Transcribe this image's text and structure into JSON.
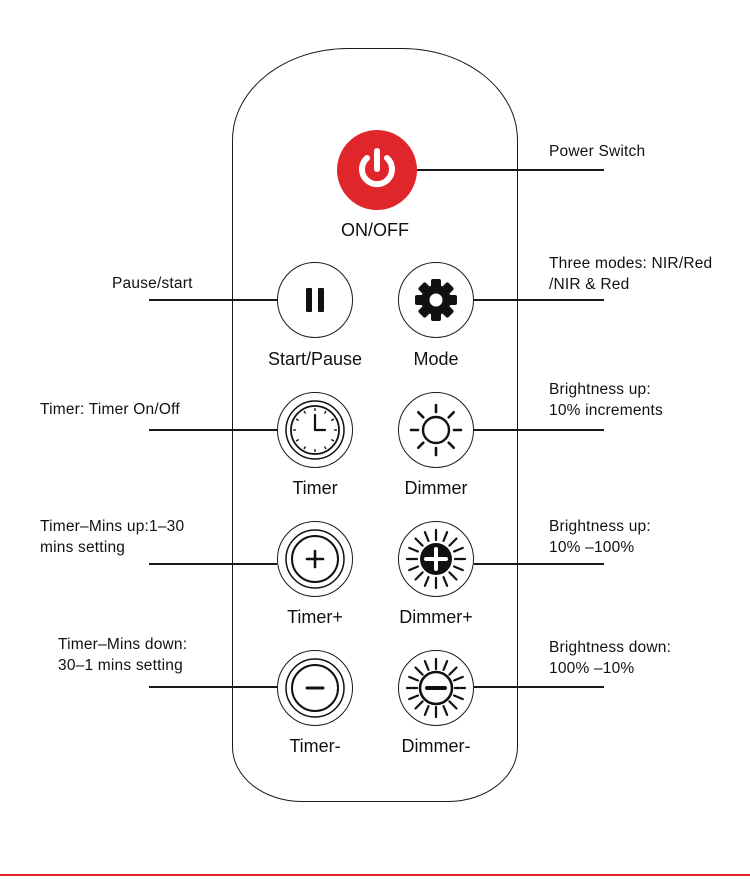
{
  "buttons": {
    "power": "ON/OFF",
    "start_pause": "Start/Pause",
    "mode": "Mode",
    "timer": "Timer",
    "dimmer": "Dimmer",
    "timer_plus": "Timer+",
    "dimmer_plus": "Dimmer+",
    "timer_minus": "Timer-",
    "dimmer_minus": "Dimmer-"
  },
  "callouts": {
    "power": [
      "Power Switch"
    ],
    "pause": [
      "Pause/start"
    ],
    "mode": [
      "Three modes: NIR/Red",
      "/NIR & Red"
    ],
    "timer": [
      "Timer: Timer On/Off"
    ],
    "dimmer": [
      "Brightness up:",
      "10% increments"
    ],
    "timer_plus": [
      "Timer–Mins up:1–30",
      "mins setting"
    ],
    "dimmer_plus": [
      "Brightness up:",
      "10% –100%"
    ],
    "timer_minus": [
      "Timer–Mins down:",
      "30–1 mins setting"
    ],
    "dimmer_minus": [
      "Brightness down:",
      "100% –10%"
    ]
  },
  "colors": {
    "power_red": "#e1262b",
    "outline": "#1a1a1a",
    "footer_line": "#e1262b"
  },
  "icons": {
    "power": "power-icon",
    "pause": "pause-icon",
    "mode": "gear-icon",
    "timer": "clock-icon",
    "dimmer": "sun-icon",
    "timer_plus": "circle-plus-icon",
    "dimmer_plus": "sun-plus-icon",
    "timer_minus": "circle-minus-icon",
    "dimmer_minus": "sun-minus-icon"
  }
}
